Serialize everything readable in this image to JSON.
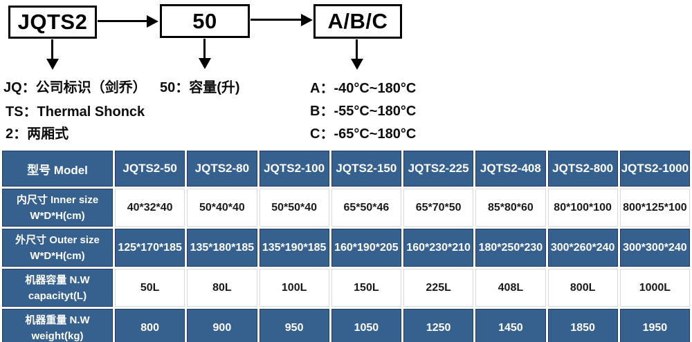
{
  "diagram": {
    "boxes": [
      {
        "label": "JQTS2"
      },
      {
        "label": "50"
      },
      {
        "label": "A/B/C"
      }
    ],
    "notes_left": [
      "JQ：公司标识（剑乔）",
      "TS：Thermal Shonck",
      "2：两厢式"
    ],
    "note_mid": "50：容量(升)",
    "notes_right": [
      "A：-40°C~180°C",
      "B：-55°C~180°C",
      "C：-65°C~180°C"
    ]
  },
  "table": {
    "header": [
      "型号 Model",
      "JQTS2-50",
      "JQTS2-80",
      "JQTS2-100",
      "JQTS2-150",
      "JQTS2-225",
      "JQTS2-408",
      "JQTS2-800",
      "JQTS2-1000"
    ],
    "rows": [
      {
        "label_zh": "内尺寸 Inner size",
        "label_en": "W*D*H(cm)",
        "values": [
          "40*32*40",
          "50*40*40",
          "50*50*40",
          "65*50*46",
          "65*70*50",
          "85*80*60",
          "80*100*100",
          "800*125*100"
        ]
      },
      {
        "label_zh": "外尺寸 Outer size",
        "label_en": "W*D*H(cm)",
        "values": [
          "125*170*185",
          "135*180*185",
          "135*190*185",
          "160*190*205",
          "160*230*210",
          "180*250*230",
          "300*260*240",
          "300*300*240"
        ]
      },
      {
        "label_zh": "机器容量 N.W",
        "label_en": "capacityt(L)",
        "values": [
          "50L",
          "80L",
          "100L",
          "150L",
          "225L",
          "408L",
          "800L",
          "1000L"
        ]
      },
      {
        "label_zh": "机器重量 N.W",
        "label_en": "weight(kg)",
        "values": [
          "800",
          "900",
          "950",
          "1050",
          "1250",
          "1450",
          "1850",
          "1950"
        ]
      }
    ]
  },
  "colors": {
    "cell_blue": "#36618F",
    "cell_border": "#1F3864",
    "light_border": "#D9D9D9",
    "text_dark": "#1A1A1A"
  }
}
